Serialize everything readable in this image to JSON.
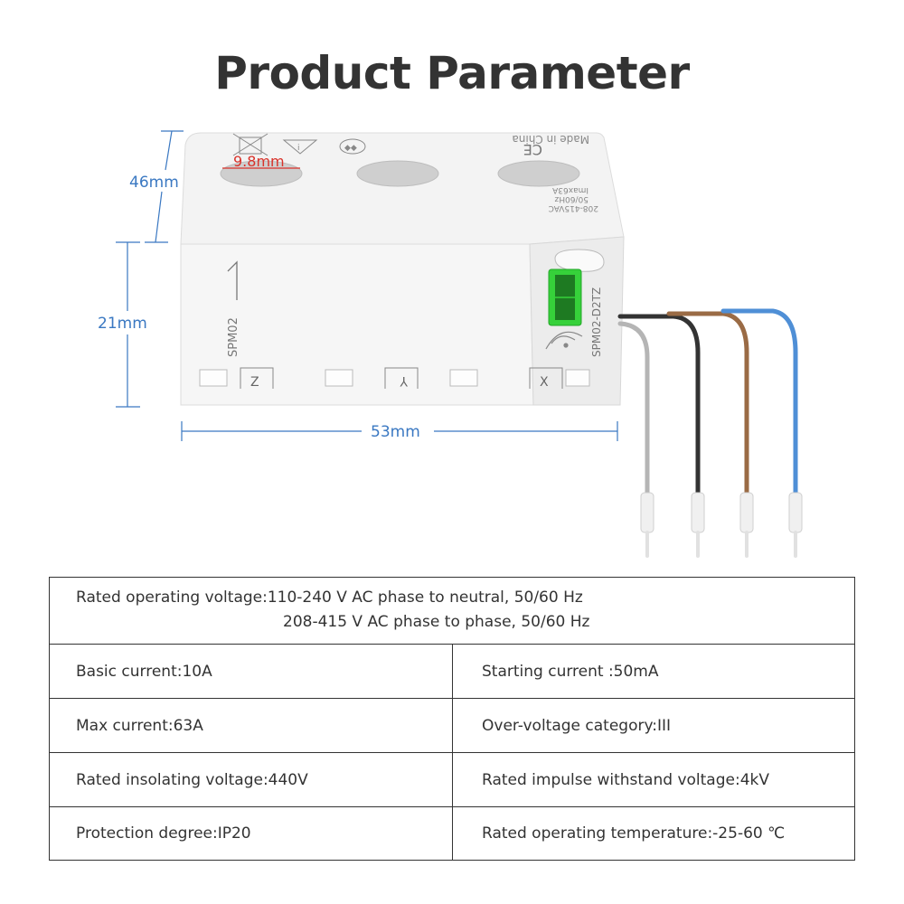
{
  "title": "Product Parameter",
  "dimensions": {
    "depth": "46mm",
    "height": "21mm",
    "width": "53mm",
    "hole": "9.8mm"
  },
  "device": {
    "model": "SPM02",
    "model_variant": "SPM02-D2TZ",
    "phase_number": "1",
    "made_in": "Made in China",
    "ce_mark": "CE",
    "rating_lines": [
      "208-415VAC",
      "50/60Hz",
      "Imax63A"
    ],
    "phase_labels": [
      "Z",
      "Y",
      "X"
    ]
  },
  "wires": [
    {
      "name": "gray",
      "color": "#b5b5b5"
    },
    {
      "name": "black",
      "color": "#333333"
    },
    {
      "name": "brown",
      "color": "#9a6b45"
    },
    {
      "name": "blue",
      "color": "#4f8fd6"
    }
  ],
  "specs": {
    "voltage_label": "Rated operating voltage:110-240 V AC phase to neutral, 50/60 Hz",
    "voltage_line2": "208-415 V AC phase to phase, 50/60 Hz",
    "rows": [
      {
        "left": "Basic current:10A",
        "right": "Starting current :50mA"
      },
      {
        "left": "Max current:63A",
        "right": "Over-voltage category:III"
      },
      {
        "left": "Rated insolating voltage:440V",
        "right": "Rated impulse withstand voltage:4kV"
      },
      {
        "left": "Protection degree:IP20",
        "right": "Rated operating temperature:-25-60 ℃"
      }
    ]
  }
}
